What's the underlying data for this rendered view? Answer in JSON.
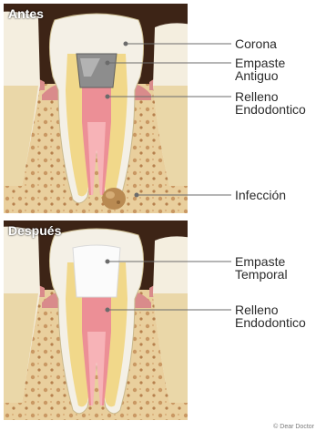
{
  "panels": {
    "before": {
      "title": "Antes"
    },
    "after": {
      "title": "Después"
    }
  },
  "callouts": {
    "corona": "Corona",
    "empaste_antiguo": "Empaste\nAntiguo",
    "relleno_1": "Relleno\nEndodontico",
    "infeccion": "Infección",
    "empaste_temporal": "Empaste\nTemporal",
    "relleno_2": "Relleno\nEndodontico"
  },
  "credit": "© Dear Doctor",
  "colors": {
    "bone": "#e9cf9d",
    "gum": "#d98b8b",
    "enamel": "#f4f0e6",
    "dentin": "#f1d88a",
    "pulp_filling": "#ec8f96",
    "old_filling": "#8d8d8d",
    "temp_filling": "#fbfbfb",
    "infection": "#b98a52",
    "background": "#3d2416"
  }
}
